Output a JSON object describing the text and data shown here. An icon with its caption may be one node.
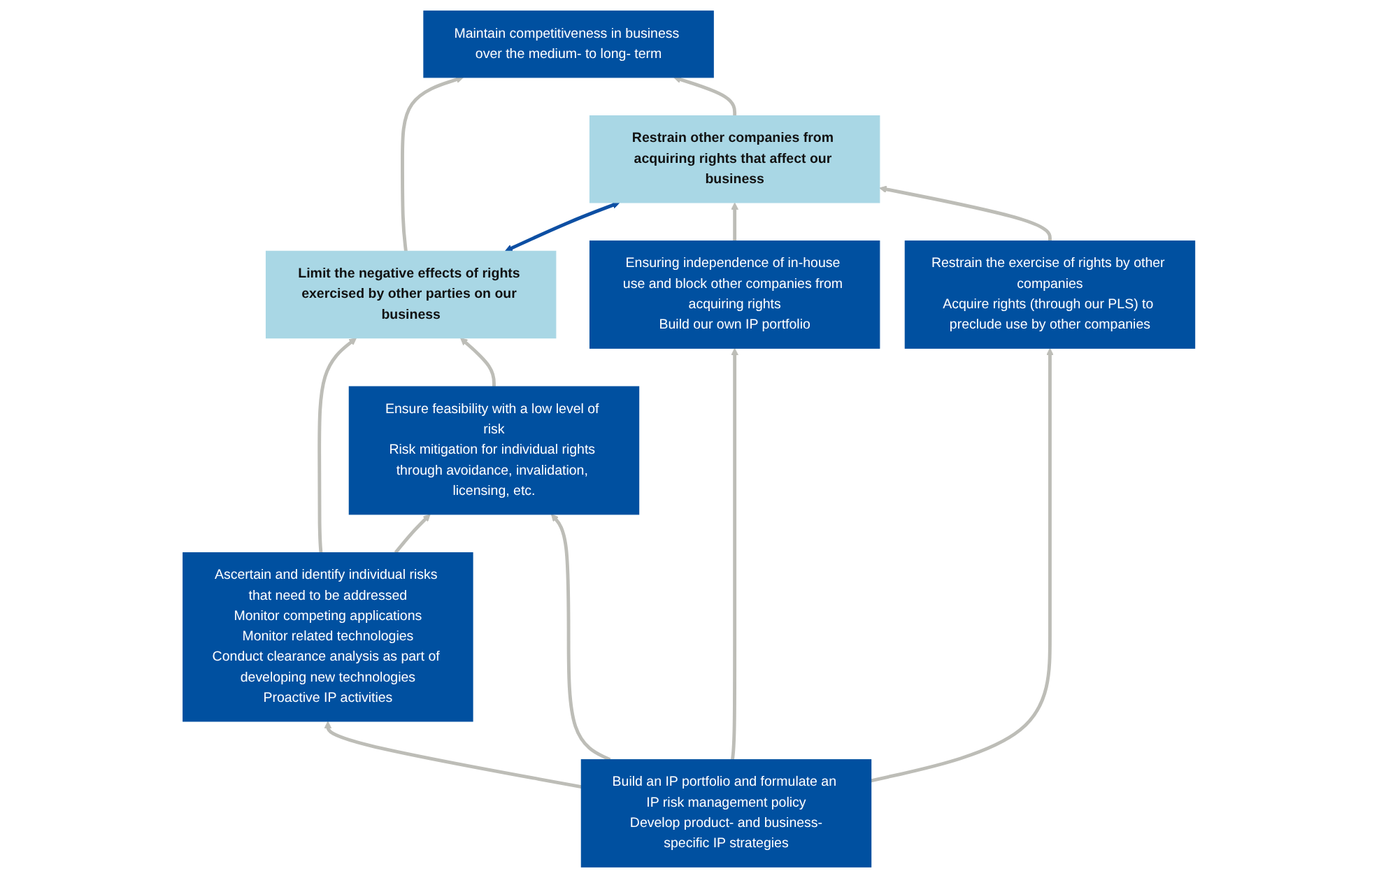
{
  "diagram": {
    "nodes": [
      {
        "text": [
          "Maintain competitiveness in business over the medium- to long- term"
        ]
      },
      {
        "text": [
          "Limit the negative effects of rights exercised by other parties on our business"
        ]
      },
      {
        "text": [
          "Restrain other companies from acquiring rights that affect our business"
        ]
      },
      {
        "text": [
          "Ascertain and identify individual risks that need to be addressed",
          "Monitor competing applications",
          "Monitor related technologies",
          "Conduct clearance analysis as part of developing new technologies",
          "Proactive IP activities"
        ]
      },
      {
        "text": [
          "Ensure feasibility with a low level of risk",
          "Risk mitigation for individual rights through avoidance, invalidation, licensing, etc."
        ]
      },
      {
        "text": [
          "Ensuring independence of in-house use and block other companies from acquiring rights",
          "Build our own IP portfolio"
        ]
      },
      {
        "text": [
          "Restrain the exercise of rights by other companies",
          "Acquire rights (through our PLS) to preclude use by other companies"
        ]
      },
      {
        "text": [
          "Build an IP portfolio and formulate an IP risk management policy",
          "Develop product- and business-specific IP strategies"
        ]
      }
    ],
    "edges": [
      {
        "from": 1,
        "to": 0,
        "arrow": "to"
      },
      {
        "from": 2,
        "to": 0,
        "arrow": "to"
      },
      {
        "from": 1,
        "to": 2,
        "arrow": "both",
        "color": "#0d4fa3"
      },
      {
        "from": 3,
        "to": 1,
        "arrow": "to"
      },
      {
        "from": 4,
        "to": 1,
        "arrow": "to"
      },
      {
        "from": 5,
        "to": 2,
        "arrow": "to"
      },
      {
        "from": 6,
        "to": 2,
        "arrow": "to"
      },
      {
        "from": 3,
        "to": 4,
        "arrow": "to"
      },
      {
        "from": 7,
        "to": 3,
        "arrow": "to"
      },
      {
        "from": 7,
        "to": 4,
        "arrow": "to"
      },
      {
        "from": 7,
        "to": 5,
        "arrow": "to"
      },
      {
        "from": 7,
        "to": 6,
        "arrow": "to"
      }
    ]
  }
}
